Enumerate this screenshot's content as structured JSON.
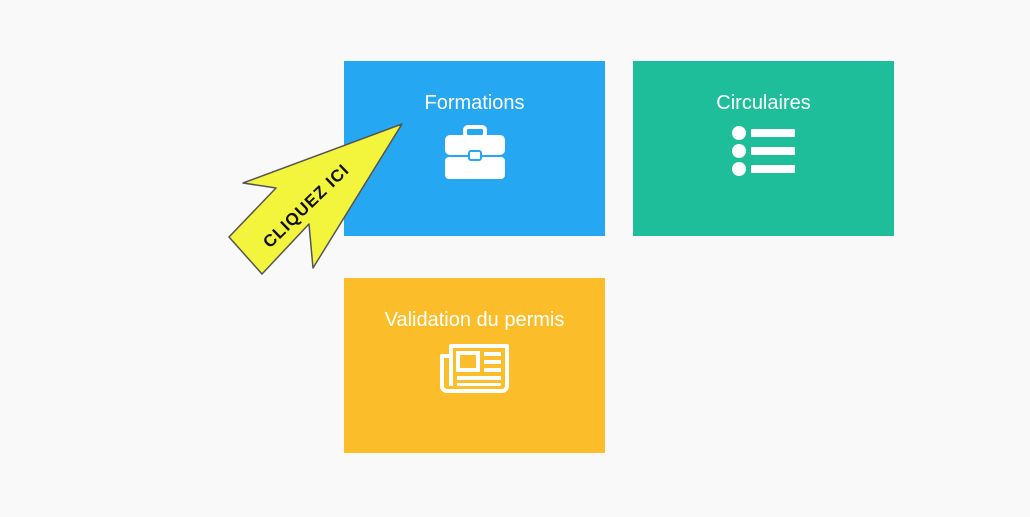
{
  "tiles": [
    {
      "title": "Formations",
      "icon": "briefcase-icon",
      "color": "#26a7f1"
    },
    {
      "title": "Circulaires",
      "icon": "list-icon",
      "color": "#1fbe9b"
    },
    {
      "title": "Validation du permis",
      "icon": "newspaper-icon",
      "color": "#fbbe2a"
    }
  ],
  "callout": {
    "label": "CLIQUEZ ICI",
    "color": "#f3f53c"
  }
}
